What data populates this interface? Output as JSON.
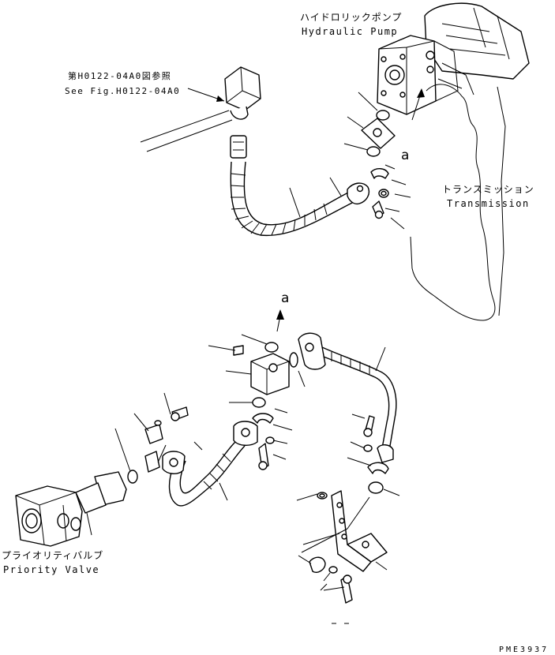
{
  "labels": {
    "hydraulic_pump_jp": "ハイドロリックポンプ",
    "hydraulic_pump_en": "Hydraulic Pump",
    "see_fig_jp": "第H0122-04A0図参照",
    "see_fig_en": "See Fig.H0122-04A0",
    "transmission_jp": "トランスミッション",
    "transmission_en": "Transmission",
    "priority_valve_jp": "プライオリティバルブ",
    "priority_valve_en": "Priority Valve",
    "callout_a_top": "a",
    "callout_a_bottom": "a",
    "drawing_code": "PME3937"
  },
  "icons": [
    "hydraulic-pump",
    "transmission-case",
    "priority-valve",
    "hose",
    "tube",
    "flange",
    "o-ring",
    "bolt",
    "bracket",
    "block"
  ]
}
